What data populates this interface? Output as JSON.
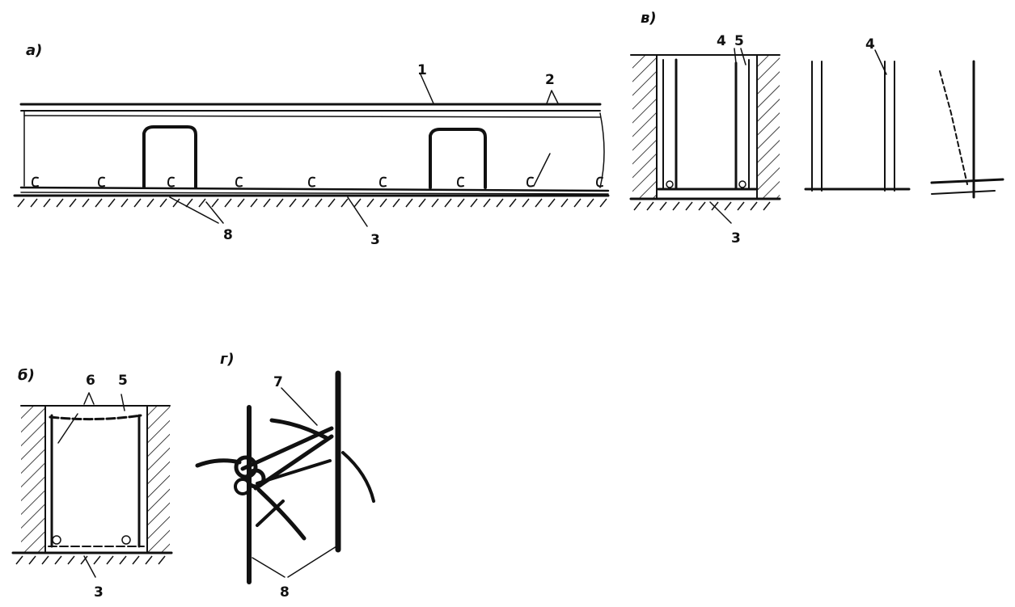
{
  "panels": {
    "a": "a)",
    "b": "б)",
    "v": "в)",
    "g": "г)"
  },
  "labels": {
    "l1": "1",
    "l2": "2",
    "l3": "3",
    "l4": "4",
    "l5": "5",
    "l6": "6",
    "l7": "7",
    "l8": "8"
  }
}
